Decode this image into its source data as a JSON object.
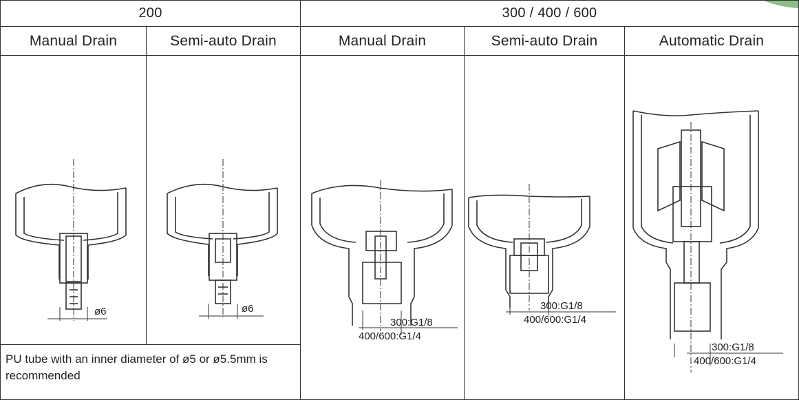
{
  "header": {
    "group_200": "200",
    "group_300": "300 / 400 / 600"
  },
  "subheaders": {
    "manual_200": "Manual Drain",
    "semi_200": "Semi-auto Drain",
    "manual_300": "Manual Drain",
    "semi_300": "Semi-auto Drain",
    "auto_300": "Automatic Drain"
  },
  "drawings": {
    "manual_200_dim": "ø6",
    "semi_200_dim": "ø6",
    "manual_300_dim_a": "300:G1/8",
    "manual_300_dim_b": "400/600:G1/4",
    "semi_300_dim_a": "300:G1/8",
    "semi_300_dim_b": "400/600:G1/4",
    "auto_300_dim_a": "300:G1/8",
    "auto_300_dim_b": "400/600:G1/4"
  },
  "note": "PU tube with an inner diameter of ø5 or ø5.5mm  is recommended",
  "colors": {
    "line": "#333333",
    "text": "#222222",
    "corner_deco": "#6fa86a"
  }
}
